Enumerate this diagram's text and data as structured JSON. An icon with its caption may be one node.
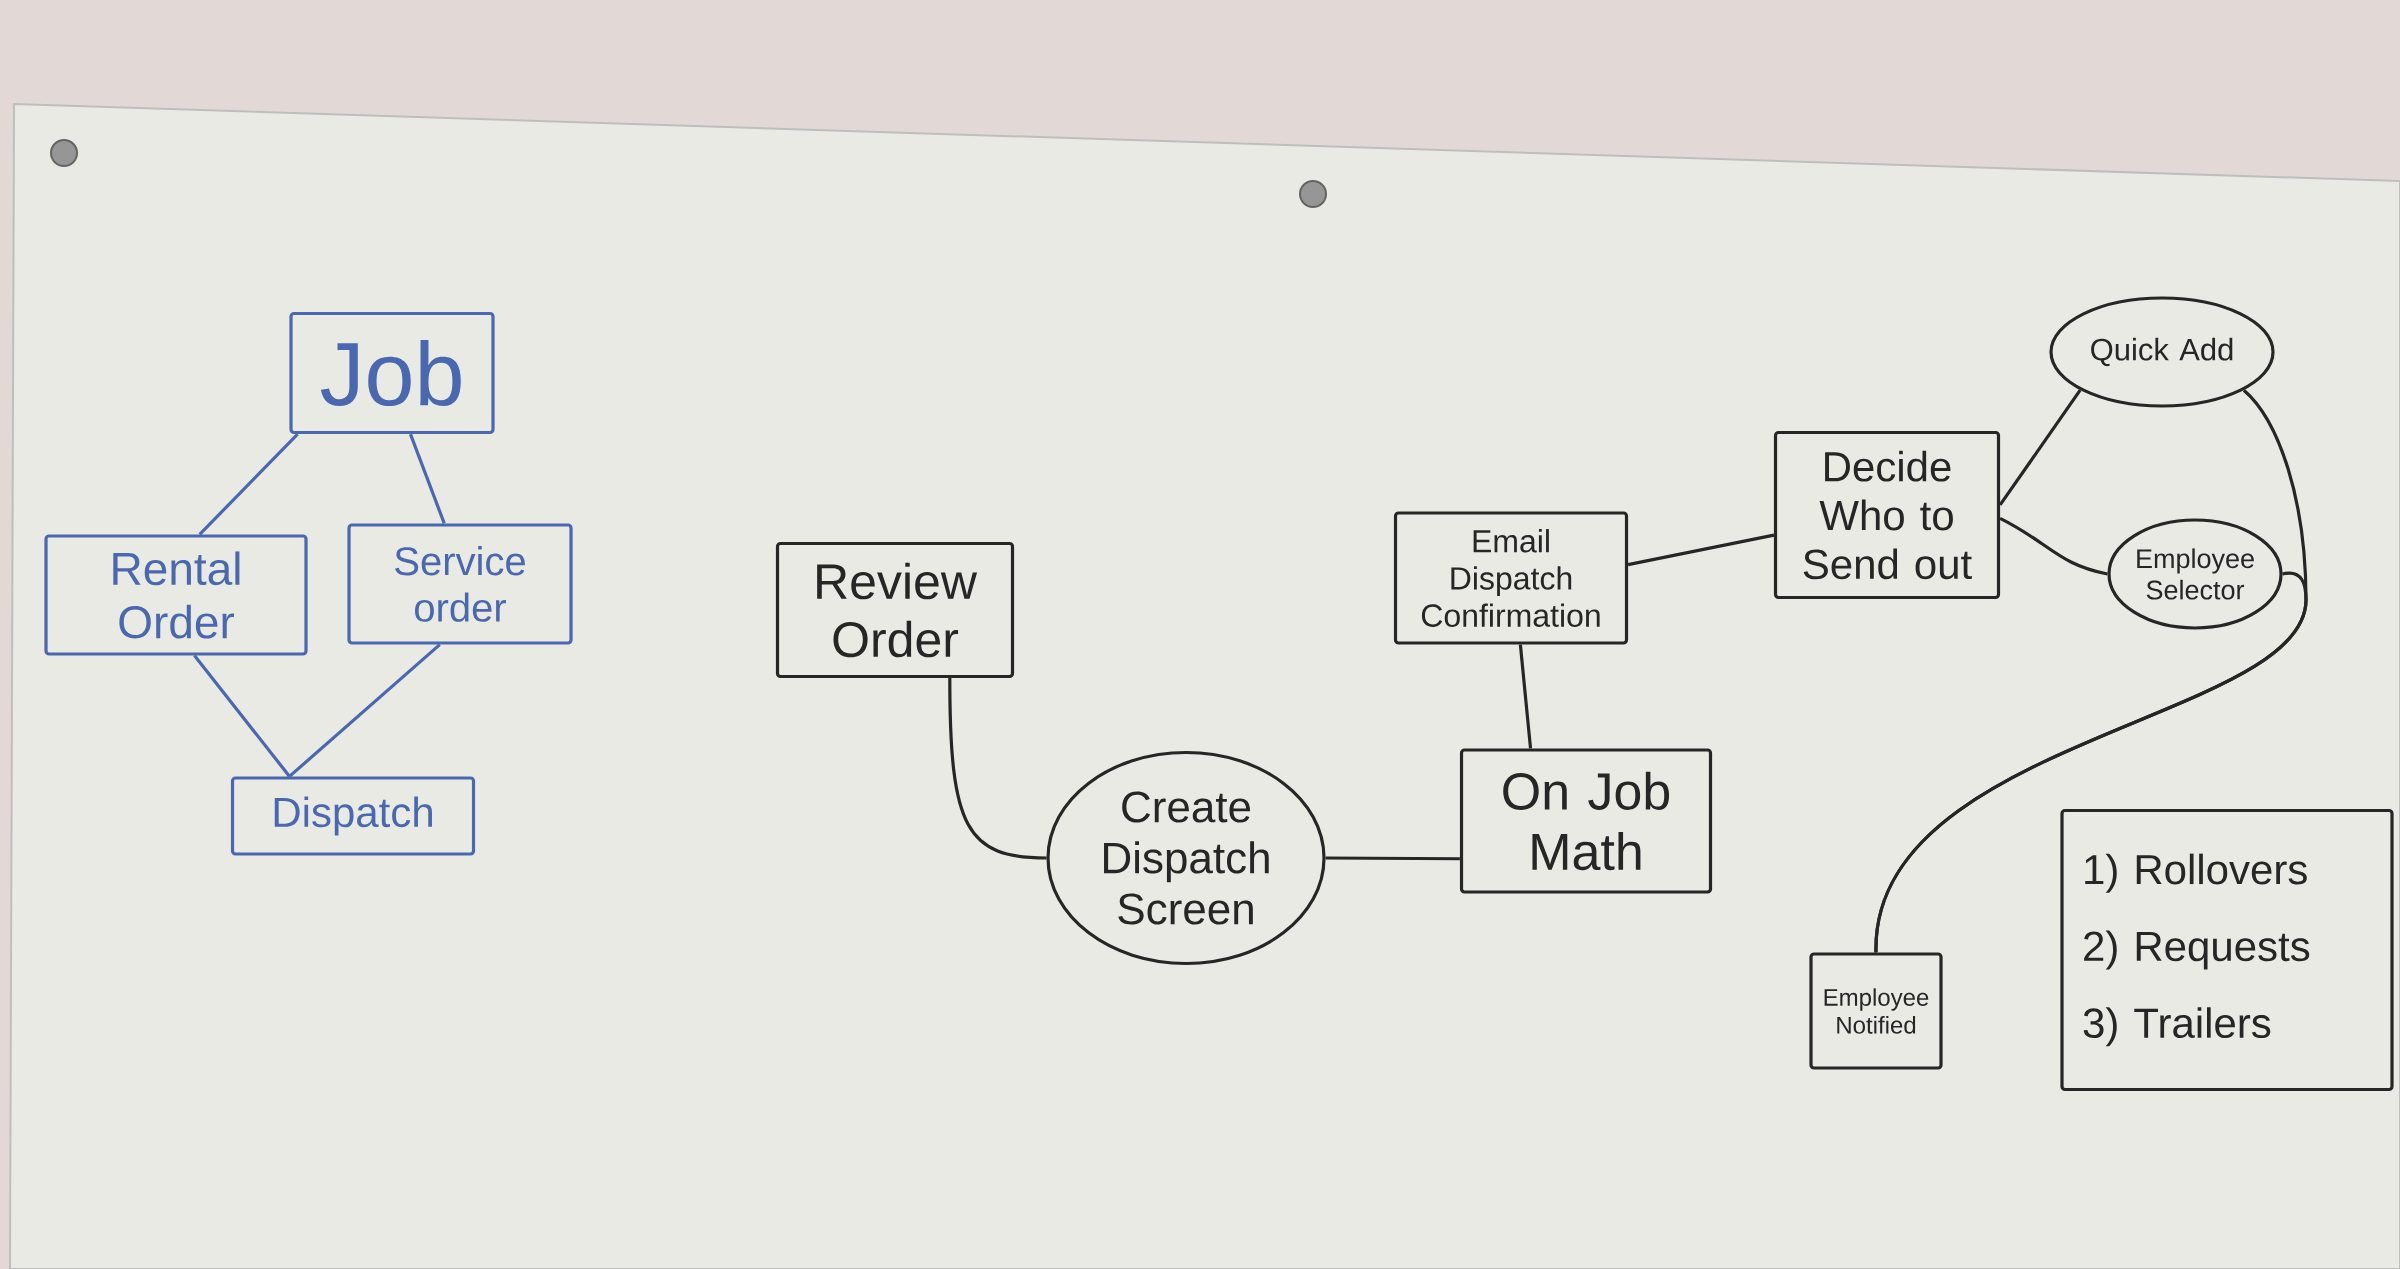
{
  "diagram": {
    "nodes": [
      {
        "text": [
          "Job"
        ]
      },
      {
        "text": [
          "Rental Order"
        ]
      },
      {
        "text": [
          "Service order"
        ]
      },
      {
        "text": [
          "Dispatch"
        ]
      },
      {
        "text": [
          "Review Order"
        ]
      },
      {
        "text": [
          "Create Dispatch Screen"
        ]
      },
      {
        "text": [
          "Email Dispatch Confirmation"
        ]
      },
      {
        "text": [
          "On Job Math"
        ]
      },
      {
        "text": [
          "Decide Who to Send out"
        ]
      },
      {
        "text": [
          "Quick Add"
        ]
      },
      {
        "text": [
          "Employee Selector"
        ]
      },
      {
        "text": [
          "Employee Notified"
        ]
      },
      {
        "text": [
          "1) Rollovers",
          "2) Requests",
          "3) Trailers"
        ]
      }
    ],
    "edges": [
      {
        "from": 0,
        "to": 1,
        "arrow": "none",
        "color": "#4a68b0"
      },
      {
        "from": 0,
        "to": 2,
        "arrow": "none",
        "color": "#4a68b0"
      },
      {
        "from": 1,
        "to": 3,
        "arrow": "none",
        "color": "#4a68b0"
      },
      {
        "from": 2,
        "to": 3,
        "arrow": "none",
        "color": "#4a68b0"
      },
      {
        "from": 4,
        "to": 5,
        "arrow": "none"
      },
      {
        "from": 5,
        "to": 7,
        "arrow": "none"
      },
      {
        "from": 7,
        "to": 6,
        "arrow": "none"
      },
      {
        "from": 6,
        "to": 8,
        "arrow": "none"
      },
      {
        "from": 8,
        "to": 9,
        "arrow": "none"
      },
      {
        "from": 8,
        "to": 10,
        "arrow": "none"
      },
      {
        "from": 9,
        "to": 11,
        "arrow": "none"
      },
      {
        "from": 10,
        "to": 11,
        "arrow": "none"
      }
    ]
  }
}
